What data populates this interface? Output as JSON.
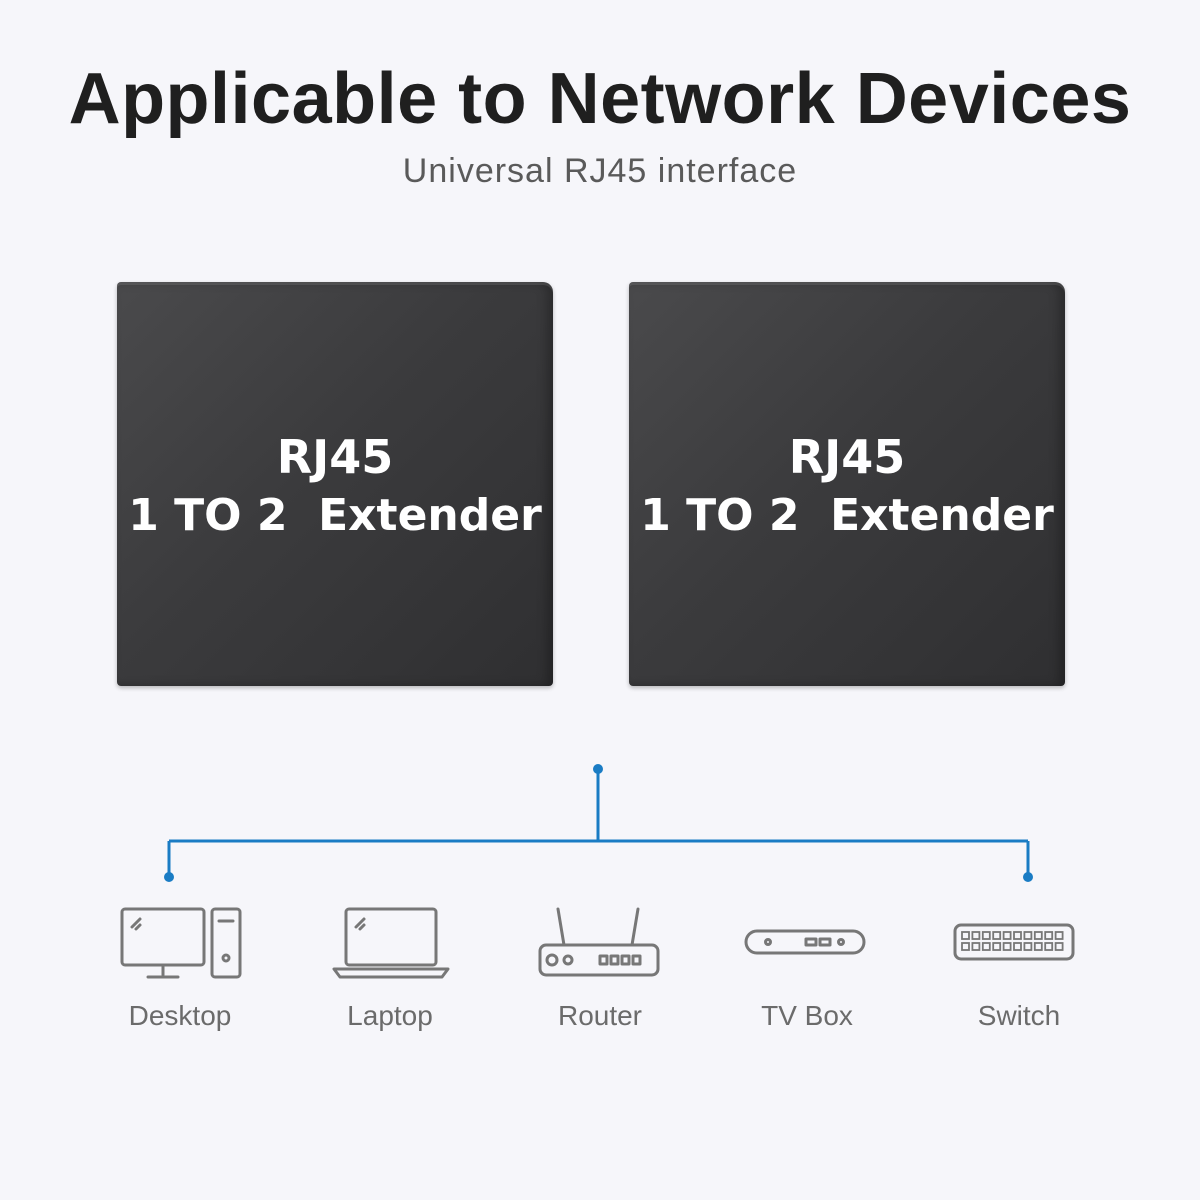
{
  "header": {
    "title": "Applicable to Network Devices",
    "subtitle": "Universal RJ45 interface"
  },
  "products": [
    {
      "line1": "RJ45",
      "line2": "1 TO 2  Extender"
    },
    {
      "line1": "RJ45",
      "line2": "1 TO 2  Extender"
    }
  ],
  "colors": {
    "connector_line": "#1a7cc4",
    "device_body": "#3b3b3d",
    "icon_stroke": "#777777"
  },
  "devices": [
    {
      "label": "Desktop",
      "icon": "desktop-icon"
    },
    {
      "label": "Laptop",
      "icon": "laptop-icon"
    },
    {
      "label": "Router",
      "icon": "router-icon"
    },
    {
      "label": "TV Box",
      "icon": "tv-box-icon"
    },
    {
      "label": "Switch",
      "icon": "switch-icon"
    }
  ]
}
